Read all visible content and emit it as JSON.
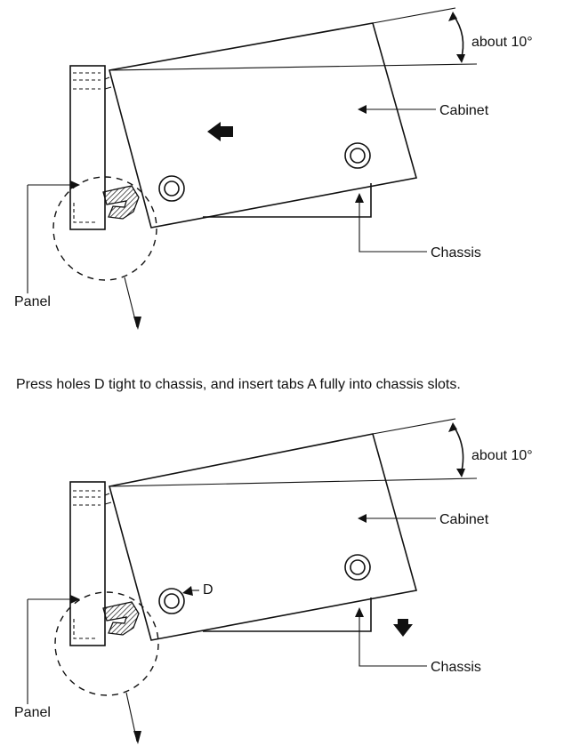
{
  "instruction": "Press holes D tight to chassis, and insert tabs A fully into chassis slots.",
  "figures": [
    {
      "angle_label": "about 10°",
      "cabinet_label": "Cabinet",
      "chassis_label": "Chassis",
      "panel_label": "Panel",
      "arrow": "left-arrow-icon"
    },
    {
      "angle_label": "about 10°",
      "cabinet_label": "Cabinet",
      "chassis_label": "Chassis",
      "panel_label": "Panel",
      "hole_label": "D",
      "arrow": "down-arrow-icon"
    }
  ]
}
